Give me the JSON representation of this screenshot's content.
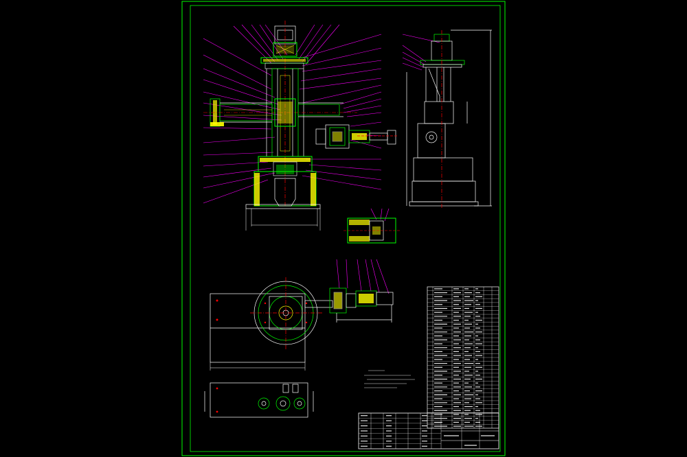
{
  "drawing": {
    "background": "#000000",
    "colors": {
      "frame": "#00ff00",
      "part_outline": "#ffffff",
      "section_fill": "#ffff00",
      "leader": "#ff00ff",
      "centerline": "#ff0000",
      "dimension": "#ffffff"
    }
  },
  "title_block": {
    "rows": 7,
    "columns": 10
  },
  "parts_list": {
    "rows": 36,
    "columns": 7
  },
  "views": {
    "front_section": "front-section-view",
    "side": "side-view",
    "plan": "plan-view",
    "detail": "detail-section",
    "base": "base-plate-view"
  }
}
